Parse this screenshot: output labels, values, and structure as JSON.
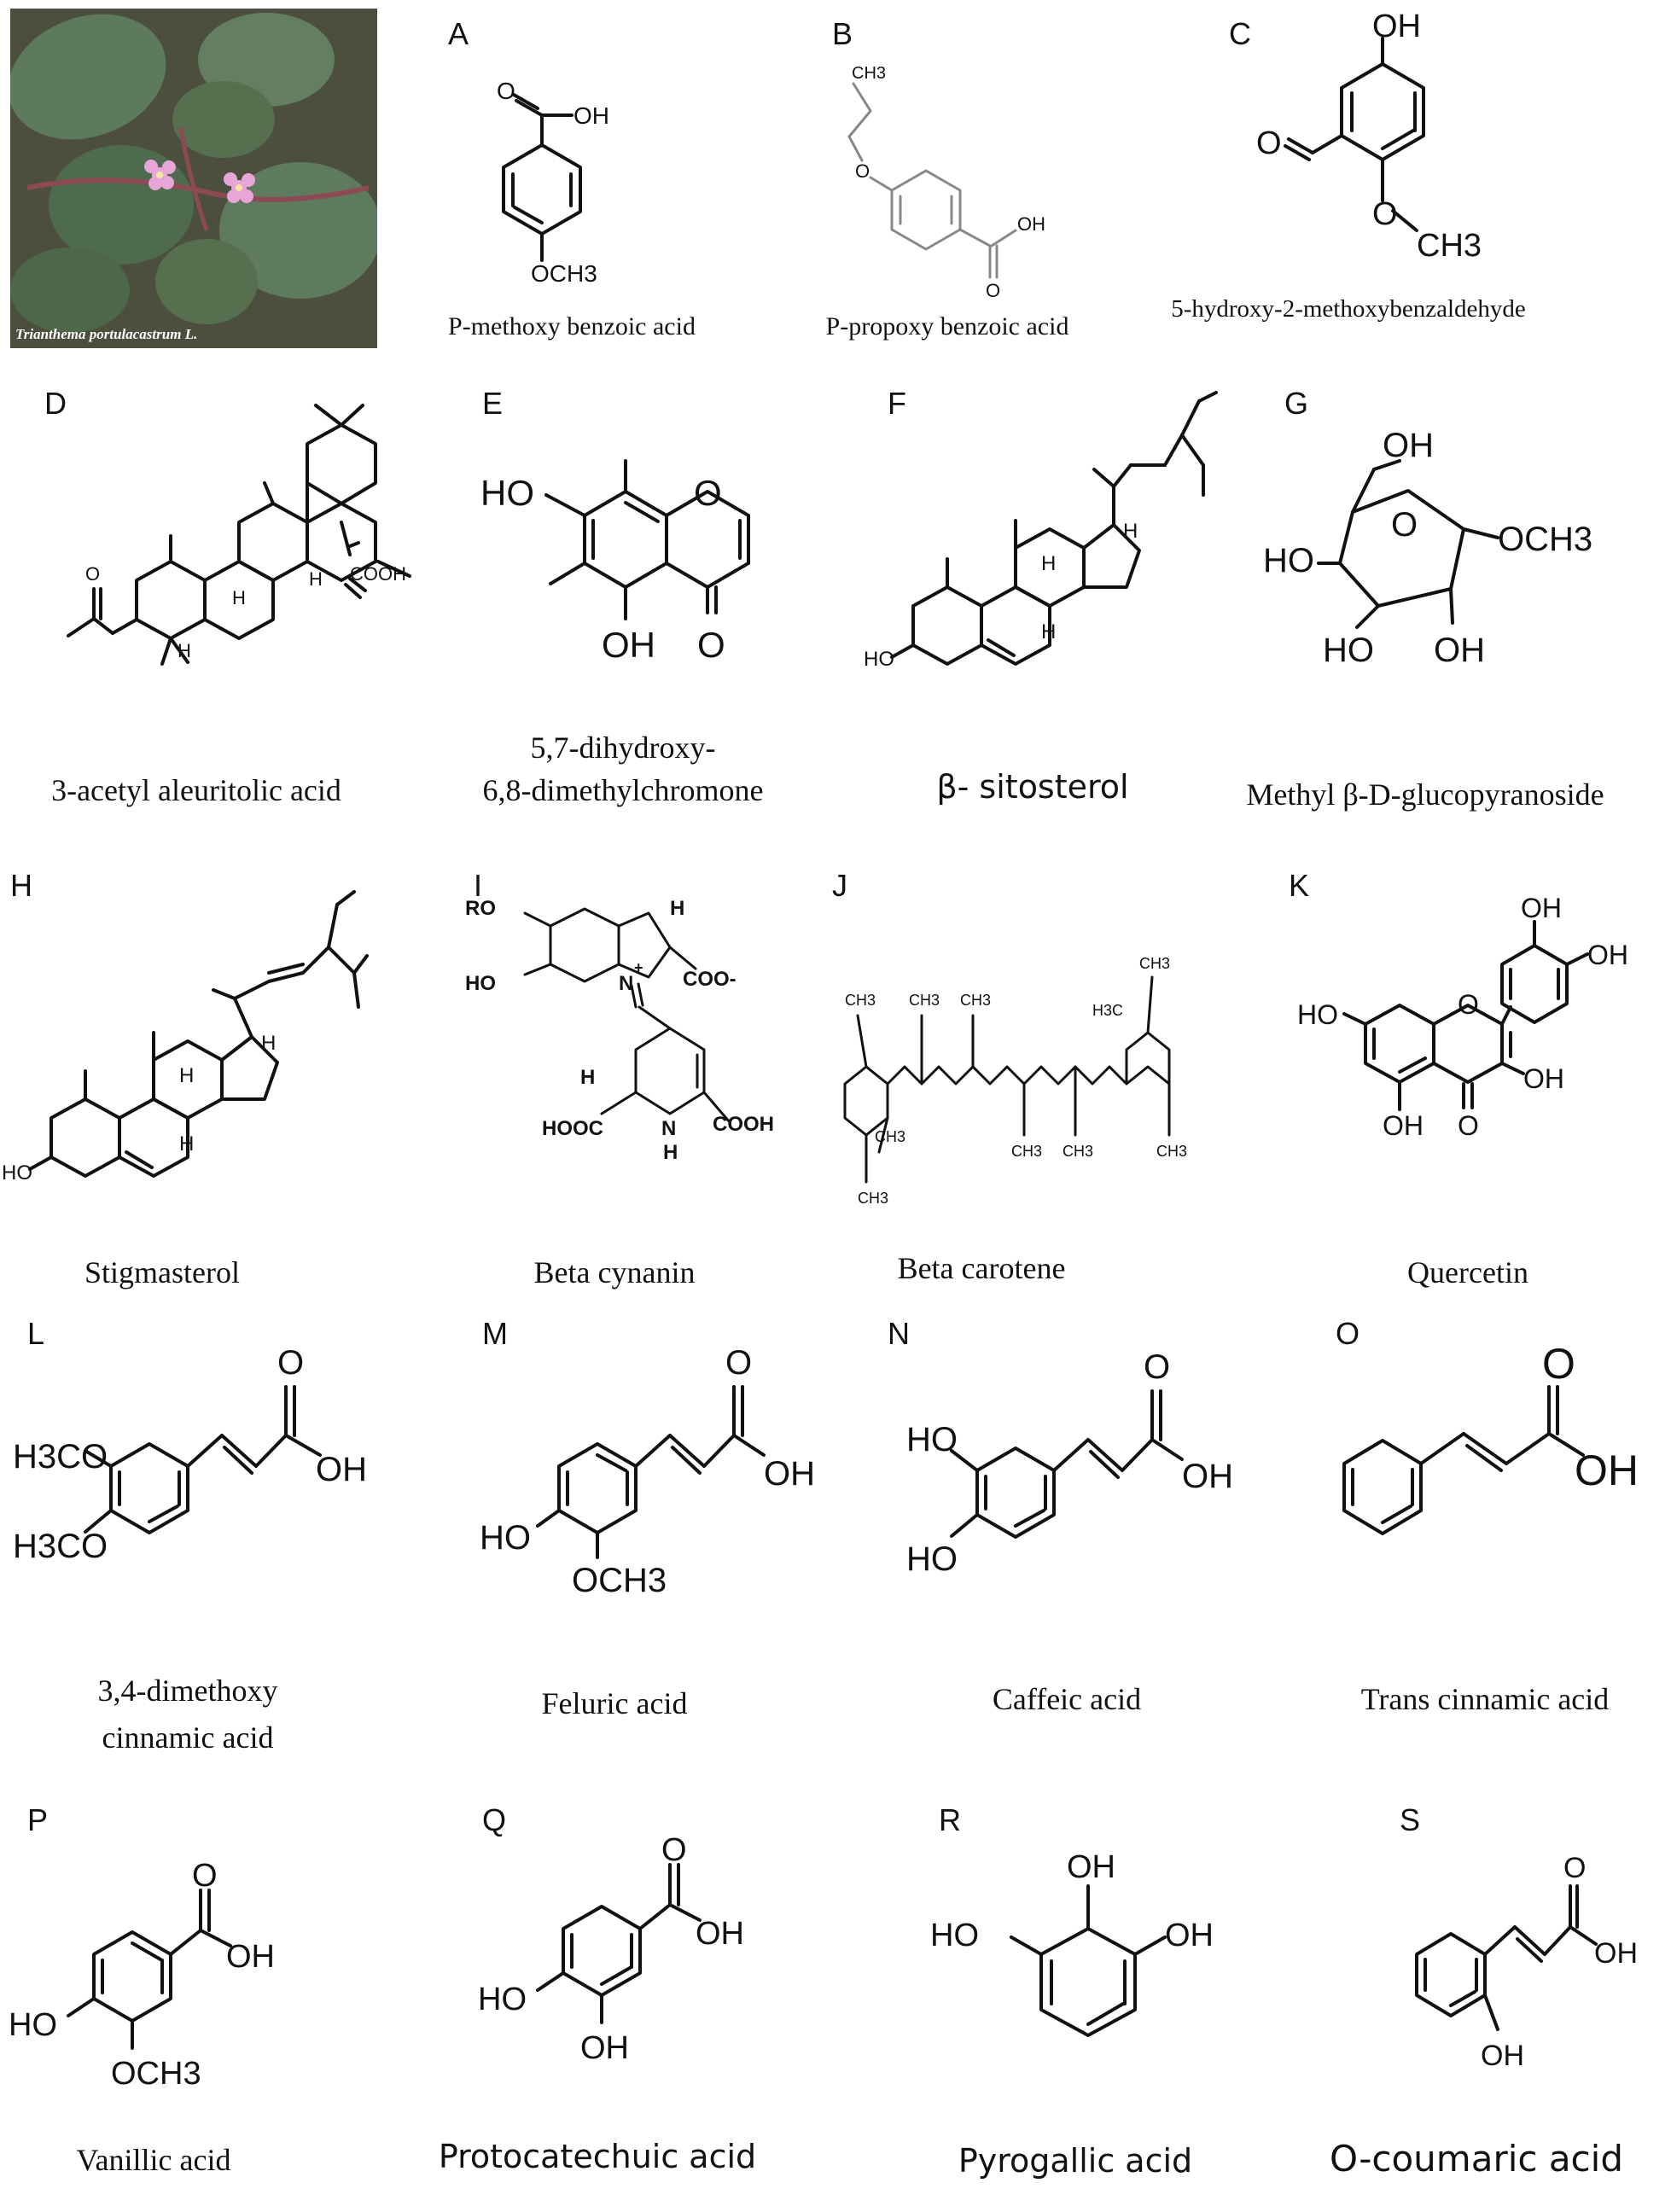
{
  "photo": {
    "caption": "Trianthema portulacastrum L.",
    "leaf_color": "#4a6b4c",
    "flower_color": "#e8a6d8"
  },
  "panels": [
    {
      "id": "A",
      "letter": "A",
      "name": "P-methoxy benzoic acid",
      "labels": [
        "OH",
        "O",
        "OCH3"
      ]
    },
    {
      "id": "B",
      "letter": "B",
      "name": "P-propoxy benzoic acid",
      "labels": [
        "CH3",
        "O",
        "OH",
        "O"
      ]
    },
    {
      "id": "C",
      "letter": "C",
      "name": "5-hydroxy-2-methoxybenzaldehyde",
      "labels": [
        "OH",
        "O",
        "O",
        "CH3"
      ]
    },
    {
      "id": "D",
      "letter": "D",
      "name": "3-acetyl aleuritolic acid",
      "labels": [
        "COOH",
        "H",
        "H",
        "H",
        "O"
      ]
    },
    {
      "id": "E",
      "letter": "E",
      "name": "5,7-dihydroxy-",
      "name2": "6,8-dimethylchromone",
      "labels": [
        "HO",
        "O",
        "OH",
        "O"
      ]
    },
    {
      "id": "F",
      "letter": "F",
      "name": "β- sitosterol",
      "labels": [
        "H",
        "H",
        "H",
        "HO"
      ]
    },
    {
      "id": "G",
      "letter": "G",
      "name": "Methyl β-D-glucopyranoside",
      "labels": [
        "OH",
        "O",
        "HO",
        "OCH3",
        "HO",
        "OH"
      ]
    },
    {
      "id": "H",
      "letter": "H",
      "name": "Stigmasterol",
      "labels": [
        "H",
        "H",
        "H",
        "HO"
      ]
    },
    {
      "id": "I",
      "letter": "I",
      "name": "Beta cynanin",
      "labels": [
        "RO",
        "HO",
        "H",
        "COO-",
        "N",
        "+",
        "H",
        "HOOC",
        "N",
        "H",
        "COOH"
      ]
    },
    {
      "id": "J",
      "letter": "J",
      "name": "Beta carotene",
      "labels": [
        "CH3",
        "CH3",
        "CH3",
        "CH3",
        "H3C",
        "CH3",
        "CH3",
        "CH3",
        "CH3",
        "CH3"
      ]
    },
    {
      "id": "K",
      "letter": "K",
      "name": "Quercetin",
      "labels": [
        "OH",
        "OH",
        "HO",
        "O",
        "OH",
        "OH",
        "O"
      ]
    },
    {
      "id": "L",
      "letter": "L",
      "name": "3,4-dimethoxy",
      "name2": "cinnamic acid",
      "labels": [
        "O",
        "H3CO",
        "OH",
        "H3CO"
      ]
    },
    {
      "id": "M",
      "letter": "M",
      "name": "Feluric acid",
      "labels": [
        "O",
        "OH",
        "HO",
        "OCH3"
      ]
    },
    {
      "id": "N",
      "letter": "N",
      "name": "Caffeic acid",
      "labels": [
        "O",
        "HO",
        "OH",
        "HO"
      ]
    },
    {
      "id": "O",
      "letter": "O",
      "name": "Trans cinnamic acid",
      "labels": [
        "O",
        "OH"
      ]
    },
    {
      "id": "P",
      "letter": "P",
      "name": "Vanillic acid",
      "labels": [
        "O",
        "OH",
        "HO",
        "OCH3"
      ]
    },
    {
      "id": "Q",
      "letter": "Q",
      "name": "Protocatechuic acid",
      "labels": [
        "O",
        "OH",
        "HO",
        "OH"
      ]
    },
    {
      "id": "R",
      "letter": "R",
      "name": "Pyrogallic acid",
      "labels": [
        "OH",
        "HO",
        "OH"
      ]
    },
    {
      "id": "S",
      "letter": "S",
      "name": "O-coumaric acid",
      "labels": [
        "O",
        "OH",
        "OH"
      ]
    }
  ]
}
